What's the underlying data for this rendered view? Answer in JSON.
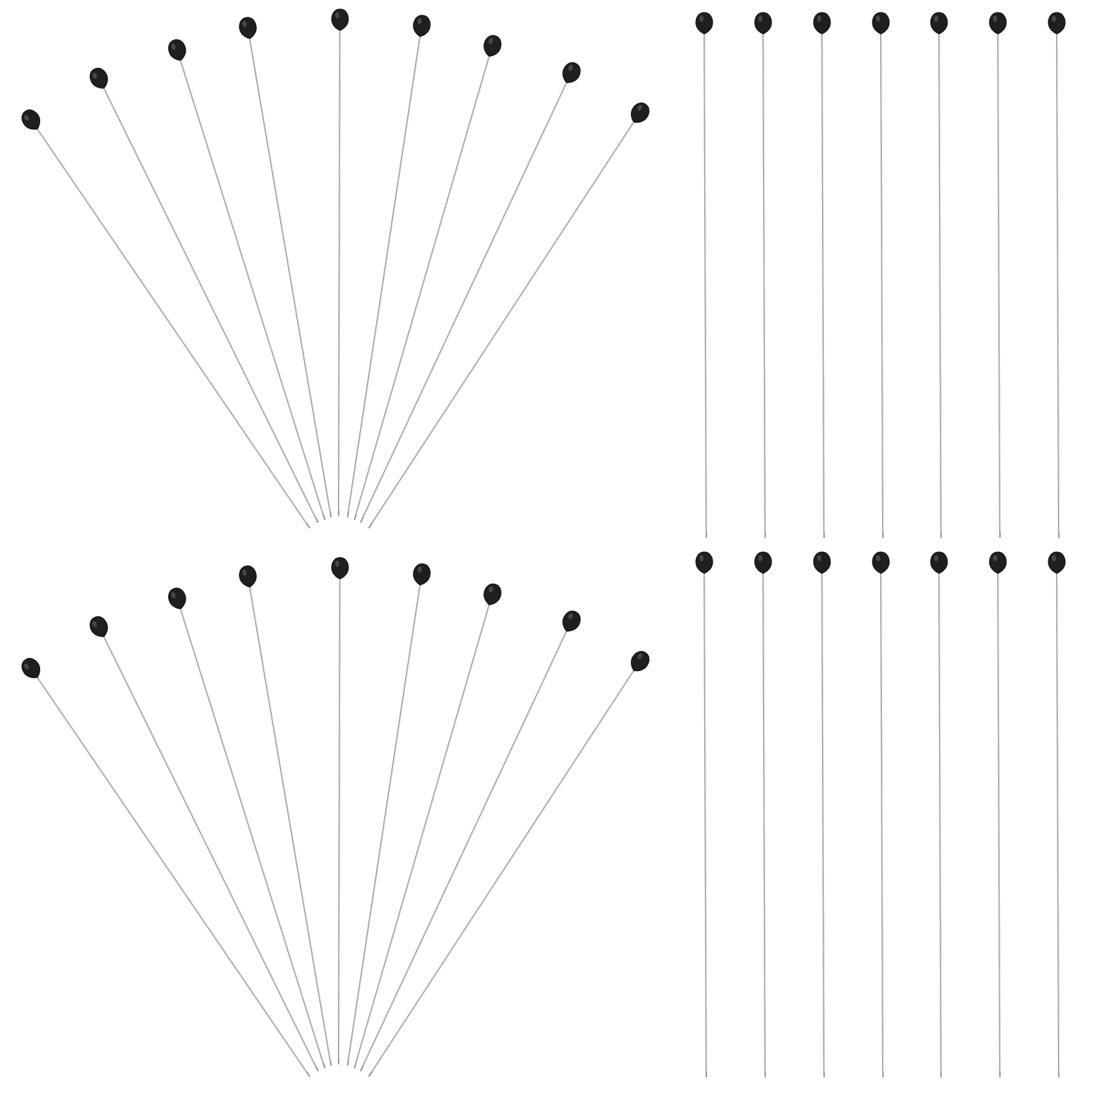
{
  "image": {
    "background_color": "#ffffff",
    "pin_head_color": "#1f1f1f",
    "pin_shaft_color": "#9a9a9a"
  },
  "groups": [
    {
      "name": "fan-group-top",
      "arrangement": "fan",
      "pin_count": 9
    },
    {
      "name": "row-group-top",
      "arrangement": "parallel",
      "pin_count": 7
    },
    {
      "name": "fan-group-bottom",
      "arrangement": "fan",
      "pin_count": 9
    },
    {
      "name": "row-group-bottom",
      "arrangement": "parallel",
      "pin_count": 7
    }
  ]
}
